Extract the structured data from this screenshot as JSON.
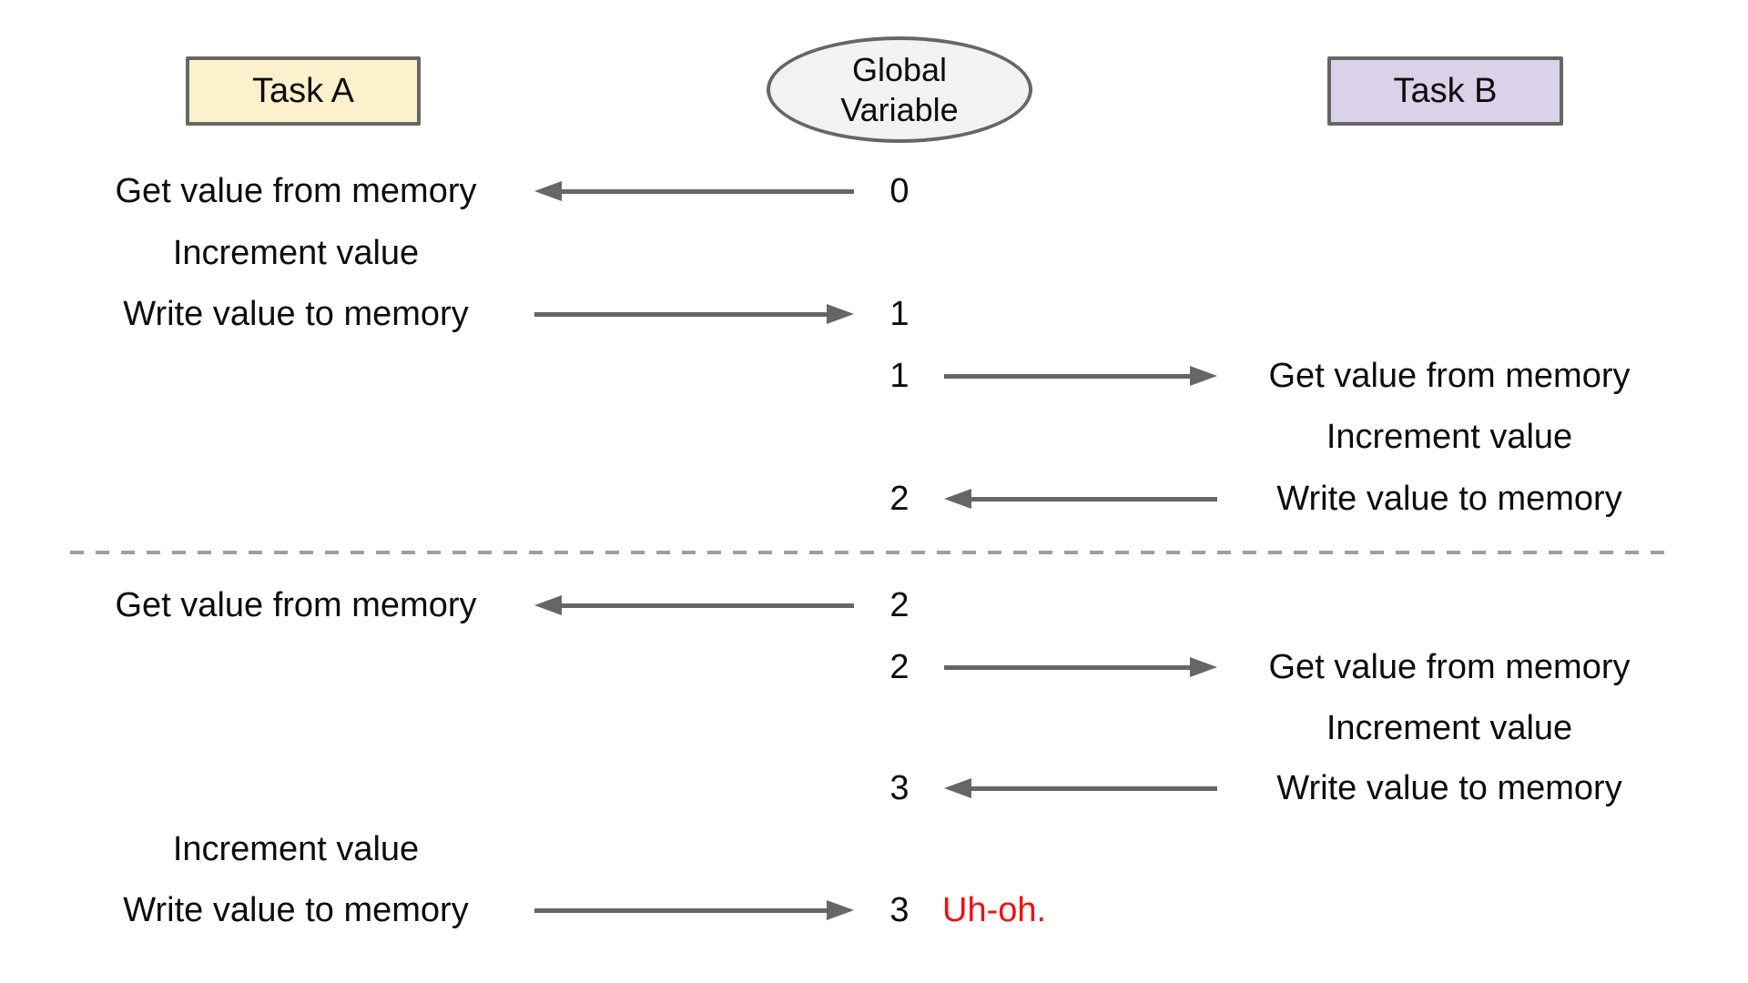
{
  "nodes": {
    "task_a": {
      "label": "Task A",
      "fill": "#fcf1cc"
    },
    "global_variable": {
      "label": "Global Variable",
      "fill": "#f2f2f2"
    },
    "task_b": {
      "label": "Task B",
      "fill": "#d9d2e9"
    }
  },
  "colors": {
    "node_border": "#666666",
    "arrow": "#666666",
    "divider": "#9e9e9e",
    "text": "#0d0d0d",
    "warning_text": "#ee1111"
  },
  "rows": [
    {
      "actor": "A",
      "a_label": "Get value from memory",
      "value": "0",
      "arrow": "memory-to-task-a"
    },
    {
      "actor": "A",
      "a_label": "Increment value"
    },
    {
      "actor": "A",
      "a_label": "Write value to memory",
      "value": "1",
      "arrow": "task-a-to-memory"
    },
    {
      "actor": "B",
      "b_label": "Get value from memory",
      "value": "1",
      "arrow": "memory-to-task-b"
    },
    {
      "actor": "B",
      "b_label": "Increment value"
    },
    {
      "actor": "B",
      "b_label": "Write value to memory",
      "value": "2",
      "arrow": "task-b-to-memory"
    },
    {
      "actor": "A",
      "a_label": "Get value from memory",
      "value": "2",
      "arrow": "memory-to-task-a"
    },
    {
      "actor": "B",
      "b_label": "Get value from memory",
      "value": "2",
      "arrow": "memory-to-task-b"
    },
    {
      "actor": "B",
      "b_label": "Increment value"
    },
    {
      "actor": "B",
      "b_label": "Write value to memory",
      "value": "3",
      "arrow": "task-b-to-memory"
    },
    {
      "actor": "A",
      "a_label": "Increment value"
    },
    {
      "actor": "A",
      "a_label": "Write value to memory",
      "value": "3",
      "arrow": "task-a-to-memory",
      "note": "Uh-oh."
    }
  ],
  "divider": {
    "style": "dashed"
  }
}
